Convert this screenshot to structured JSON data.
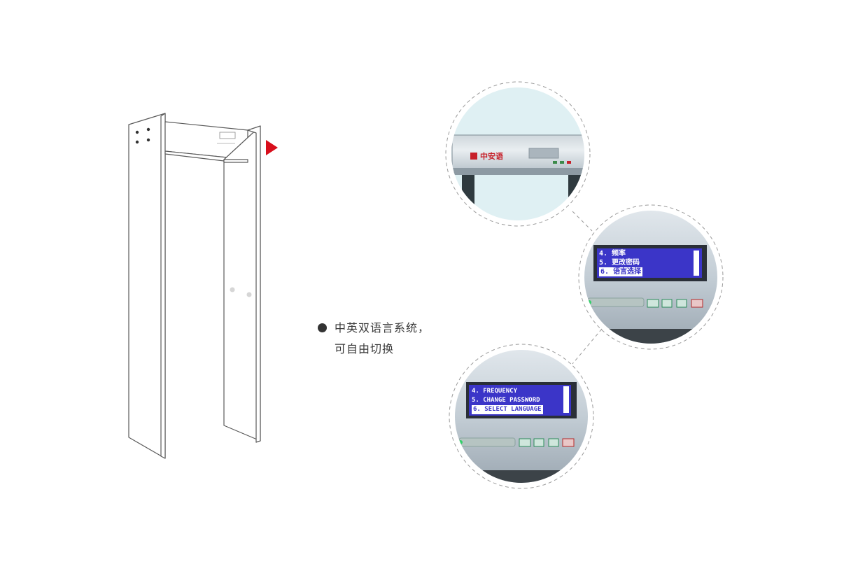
{
  "feature": {
    "line1": "中英双语言系统，",
    "line2": "可自由切换"
  },
  "top_panel": {
    "brand": "中安语"
  },
  "menu_chinese": {
    "items": [
      "4. 频率",
      "5. 更改密码",
      "6. 语言选择"
    ]
  },
  "menu_english": {
    "items": [
      "4. FREQUENCY",
      "5. CHANGE PASSWORD",
      "6. SELECT LANGUAGE"
    ]
  },
  "colors": {
    "accent": "#d80f1c",
    "lcd": "#3b35c8",
    "panel": "#c9d3da"
  }
}
